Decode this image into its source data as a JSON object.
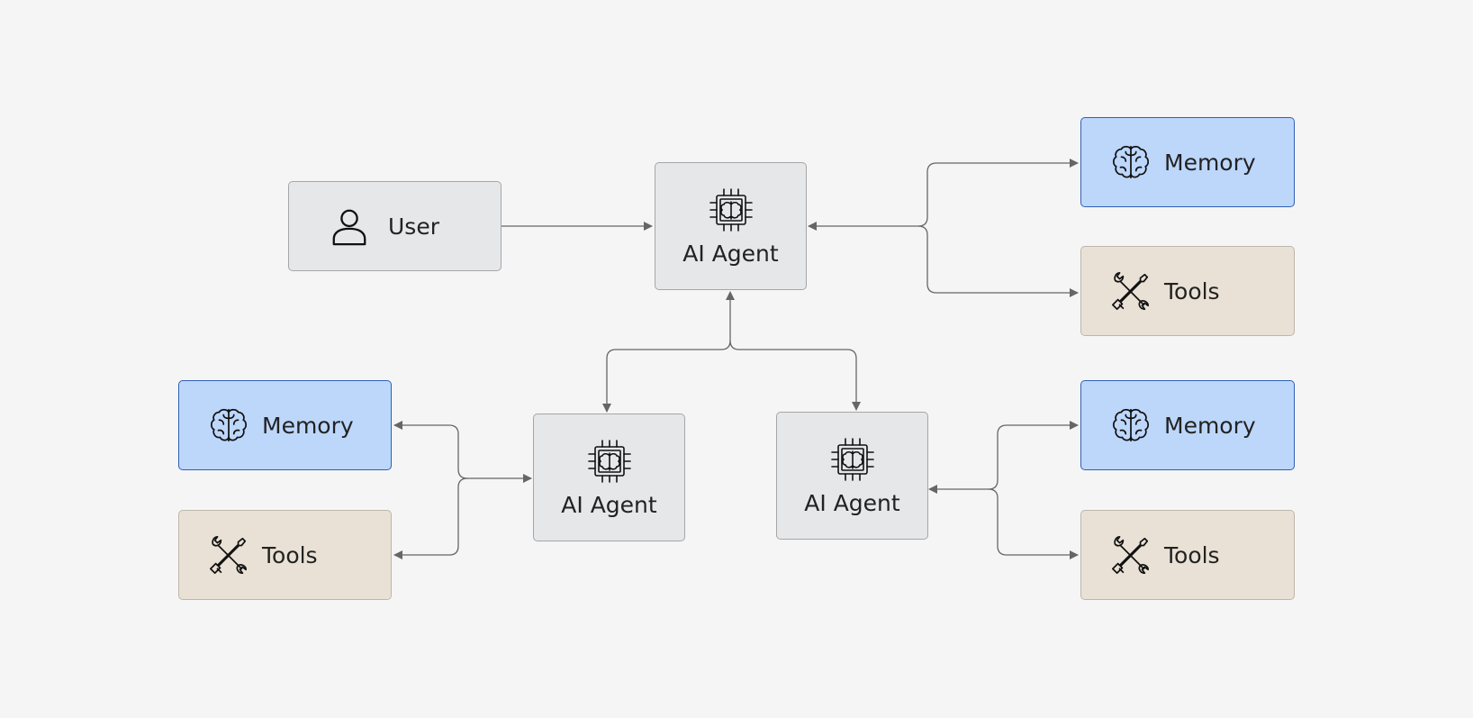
{
  "nodes": {
    "user": {
      "label": "User",
      "icon": "user-icon"
    },
    "agent_main": {
      "label": "AI Agent",
      "icon": "ai-chip-brain-icon"
    },
    "agent_left": {
      "label": "AI Agent",
      "icon": "ai-chip-brain-icon"
    },
    "agent_right": {
      "label": "AI Agent",
      "icon": "ai-chip-brain-icon"
    },
    "memory_top": {
      "label": "Memory",
      "icon": "brain-icon"
    },
    "tools_top": {
      "label": "Tools",
      "icon": "tools-icon"
    },
    "memory_left": {
      "label": "Memory",
      "icon": "brain-icon"
    },
    "tools_left": {
      "label": "Tools",
      "icon": "tools-icon"
    },
    "memory_right": {
      "label": "Memory",
      "icon": "brain-icon"
    },
    "tools_right": {
      "label": "Tools",
      "icon": "tools-icon"
    }
  },
  "colors": {
    "background": "#f5f5f5",
    "agent_fill": "#e6e7e9",
    "memory_fill": "#bdd7fb",
    "memory_border": "#2f5fb3",
    "tools_fill": "#e9e1d5",
    "connector": "#666666"
  },
  "edges": [
    {
      "from": "user",
      "to": "agent_main"
    },
    {
      "from": "agent_main",
      "to": "memory_top",
      "bidirectional": true
    },
    {
      "from": "agent_main",
      "to": "tools_top",
      "bidirectional": true
    },
    {
      "from": "agent_main",
      "to": "agent_left",
      "bidirectional": true
    },
    {
      "from": "agent_main",
      "to": "agent_right",
      "bidirectional": true
    },
    {
      "from": "agent_left",
      "to": "memory_left",
      "bidirectional": true
    },
    {
      "from": "agent_left",
      "to": "tools_left",
      "bidirectional": true
    },
    {
      "from": "agent_right",
      "to": "memory_right",
      "bidirectional": true
    },
    {
      "from": "agent_right",
      "to": "tools_right",
      "bidirectional": true
    }
  ]
}
